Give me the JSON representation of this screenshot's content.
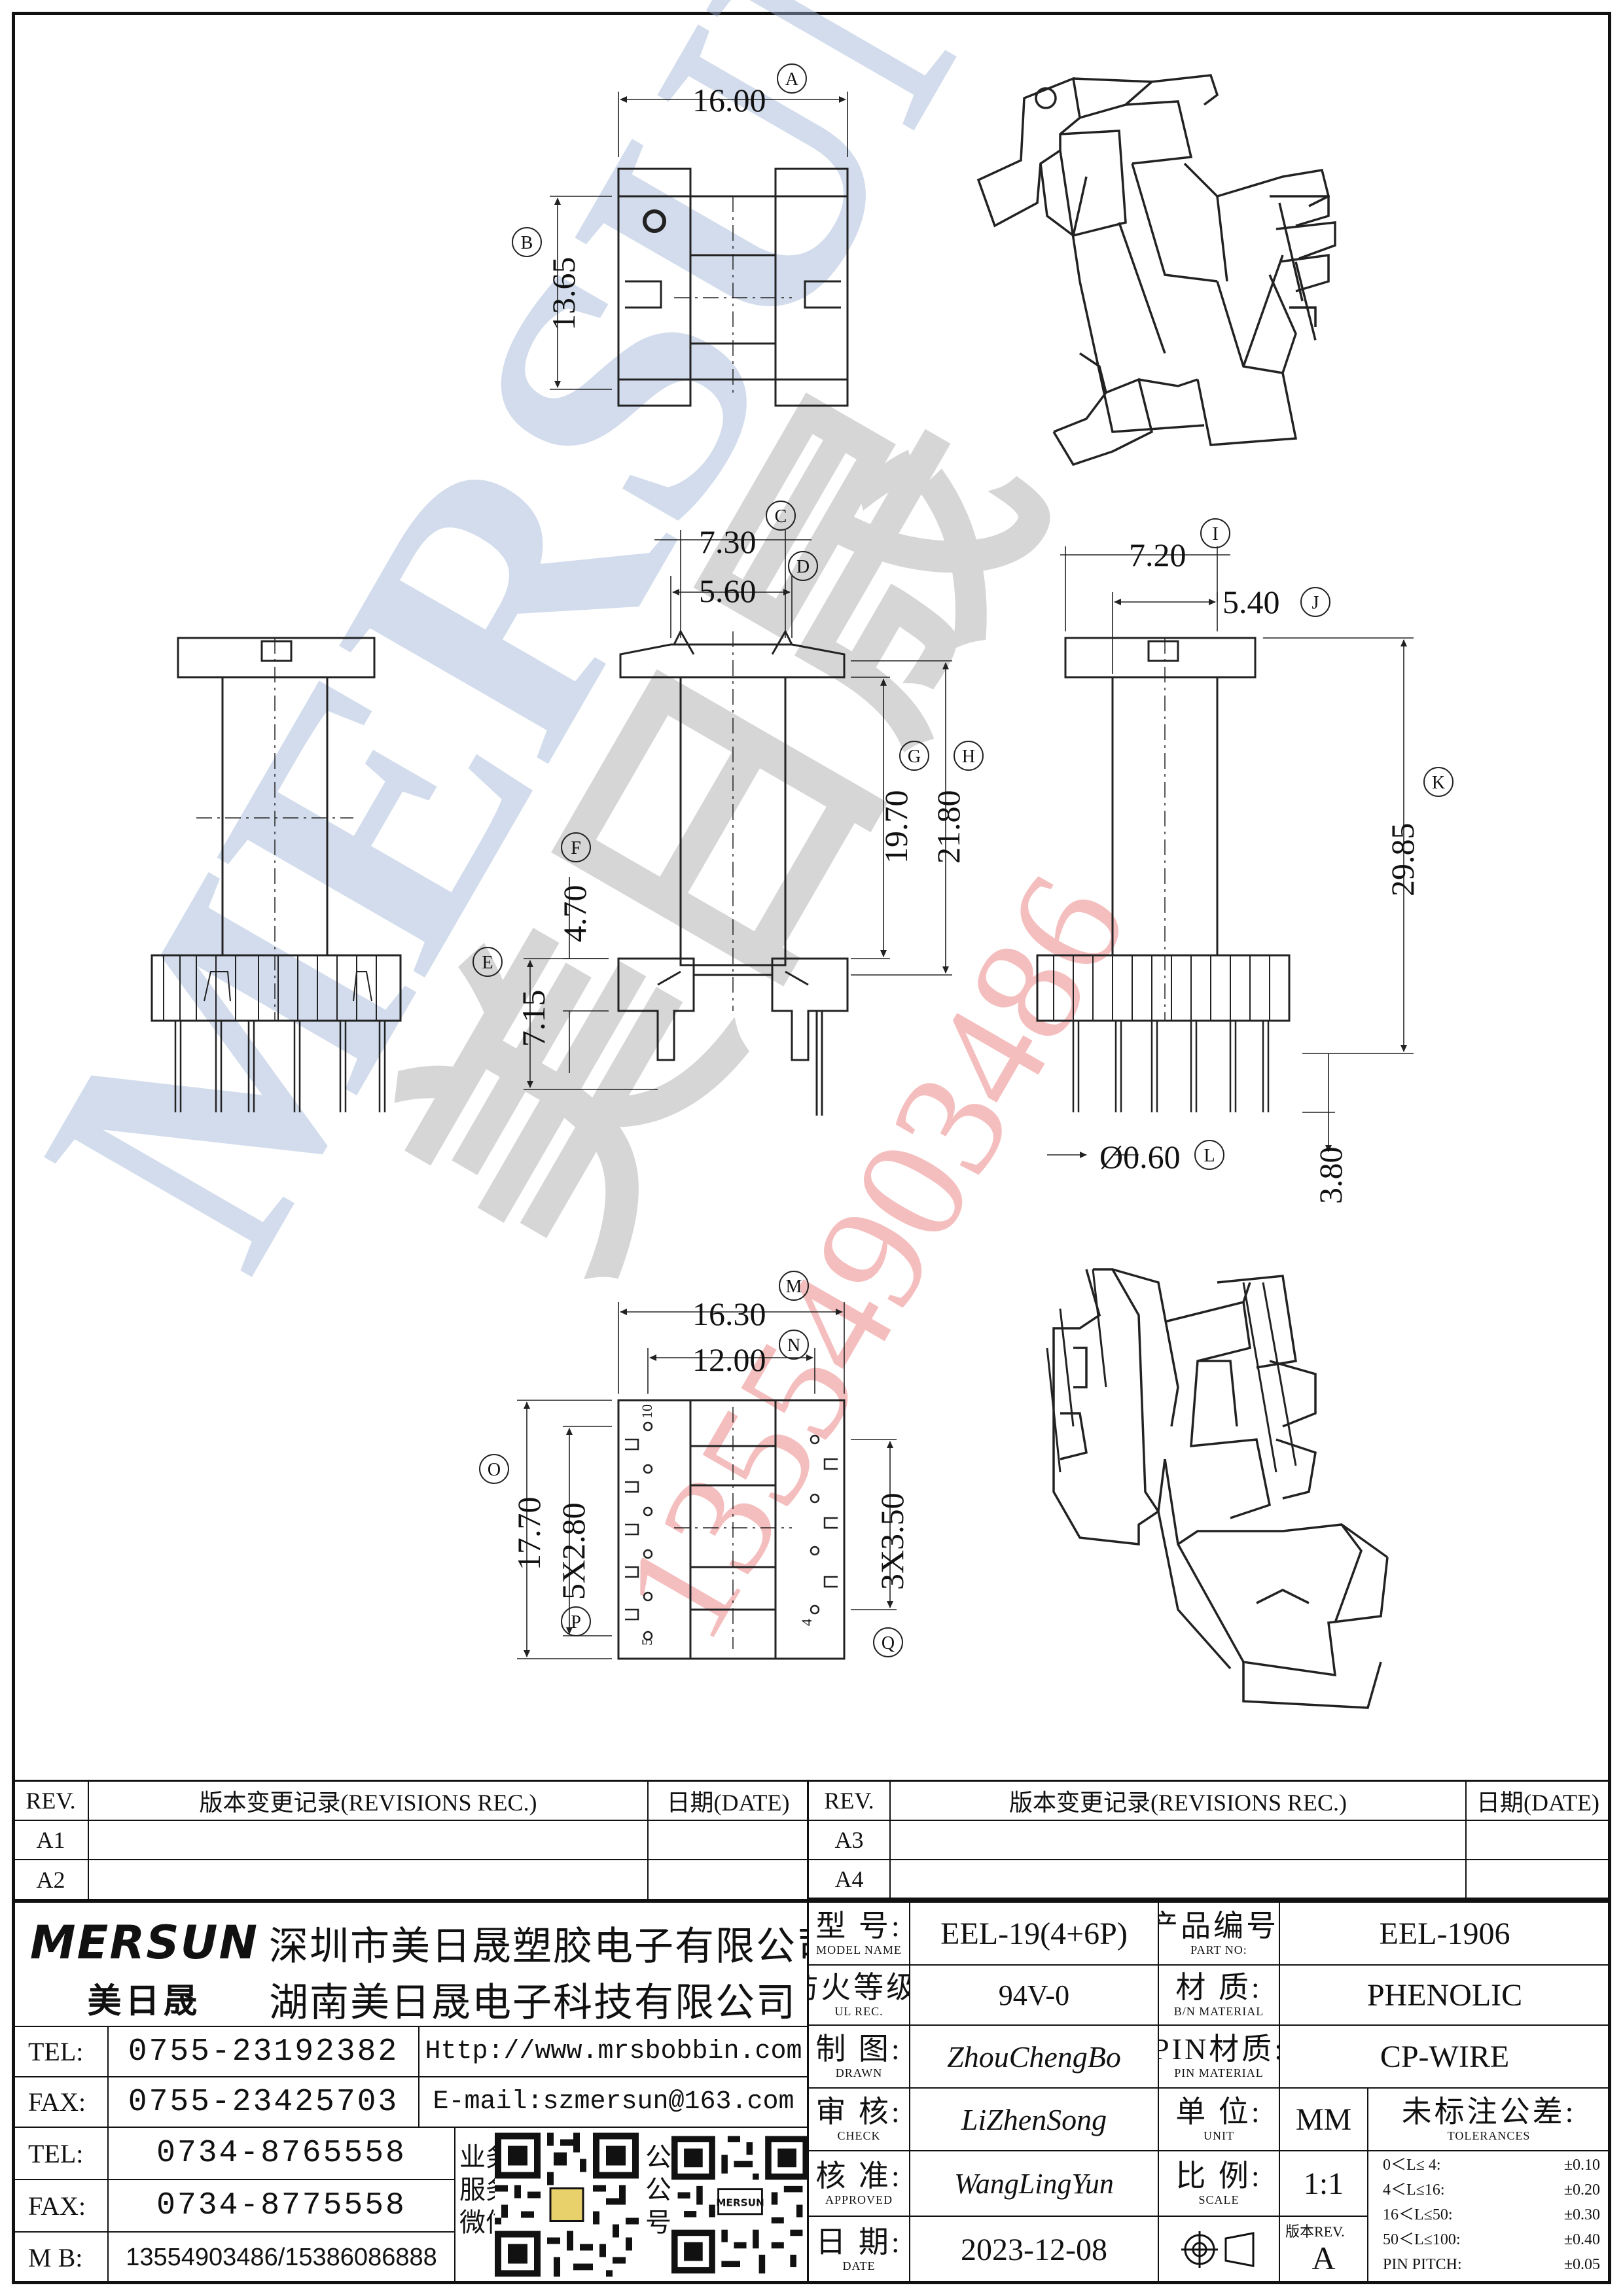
{
  "dimensions": {
    "a": "16.00",
    "b": "13.65",
    "c": "7.30",
    "d": "5.60",
    "e": "7.15",
    "f": "4.70",
    "g": "19.70",
    "h": "21.80",
    "i": "7.20",
    "j": "5.40",
    "k": "29.85",
    "l": "Ø0.60",
    "pin_len": "3.80",
    "m": "16.30",
    "n": "12.00",
    "o": "17.70",
    "p": "5X2.80",
    "q": "3X3.50"
  },
  "markers": [
    "A",
    "B",
    "C",
    "D",
    "E",
    "F",
    "G",
    "H",
    "I",
    "J",
    "K",
    "L",
    "M",
    "N",
    "O",
    "P",
    "Q"
  ],
  "pin_marks": {
    "p10": "10",
    "p5": "5",
    "p4": "4"
  },
  "watermark": {
    "logo": "MERSUN",
    "brand_zh": "美日晟",
    "phone": "13554903486"
  },
  "revisions": {
    "rev_header": "REV.",
    "rec_header": "版本变更记录(REVISIONS REC.)",
    "date_header": "日期(DATE)",
    "left_rows": [
      "A1",
      "A2"
    ],
    "right_rows": [
      "A3",
      "A4"
    ]
  },
  "company": {
    "logo_text": "MERSUN",
    "logo_zh": "美日晟",
    "name_1": "深圳市美日晟塑胶电子有限公司",
    "name_2": "湖南美日晟电子科技有限公司"
  },
  "contacts": [
    {
      "label": "TEL:",
      "value": "0755-23192382"
    },
    {
      "label": "FAX:",
      "value": "0755-23425703"
    },
    {
      "label": "TEL:",
      "value": "0734-8765558"
    },
    {
      "label": "FAX:",
      "value": "0734-8775558"
    },
    {
      "label": "M B:",
      "value": "13554903486/15386086888"
    }
  ],
  "web": {
    "url": "Http://www.mrsbobbin.com",
    "email": "E-mail:szmersun@163.com"
  },
  "qr_labels": {
    "left": [
      "业务",
      "服务",
      "微信"
    ],
    "right": [
      "公司",
      "公众",
      "号"
    ],
    "qr_logo": "MERSUN"
  },
  "fields": {
    "model": {
      "zh": "型 号:",
      "en": "MODEL NAME",
      "value": "EEL-19(4+6P)"
    },
    "part": {
      "zh": "产品编号:",
      "en": "PART NO:",
      "value": "EEL-1906"
    },
    "fire": {
      "zh": "防火等级:",
      "en": "UL REC.",
      "value": "94V-0"
    },
    "material": {
      "zh": "材 质:",
      "en": "B/N MATERIAL",
      "value": "PHENOLIC"
    },
    "drawn": {
      "zh": "制 图:",
      "en": "DRAWN",
      "value": "ZhouChengBo"
    },
    "pin_material": {
      "zh": "PIN材质:",
      "en": "PIN MATERIAL",
      "value": "CP-WIRE"
    },
    "check": {
      "zh": "审 核:",
      "en": "CHECK",
      "value": "LiZhenSong"
    },
    "unit": {
      "zh": "单 位:",
      "en": "UNIT",
      "value": "MM"
    },
    "approved": {
      "zh": "核 准:",
      "en": "APPROVED",
      "value": "WangLingYun"
    },
    "scale": {
      "zh": "比 例:",
      "en": "SCALE",
      "value": "1:1"
    },
    "date": {
      "zh": "日 期:",
      "en": "DATE",
      "value": "2023-12-08"
    },
    "version": {
      "zh": "版本REV.",
      "value": "A"
    }
  },
  "tolerances": {
    "title_zh": "未标注公差:",
    "title_en": "TOLERANCES",
    "rows": [
      {
        "range": "0＜L≤ 4:",
        "tol": "±0.10"
      },
      {
        "range": "4＜L≤16:",
        "tol": "±0.20"
      },
      {
        "range": "16＜L≤50:",
        "tol": "±0.30"
      },
      {
        "range": "50＜L≤100:",
        "tol": "±0.40"
      },
      {
        "range": "PIN PITCH:",
        "tol": "±0.05"
      }
    ]
  }
}
